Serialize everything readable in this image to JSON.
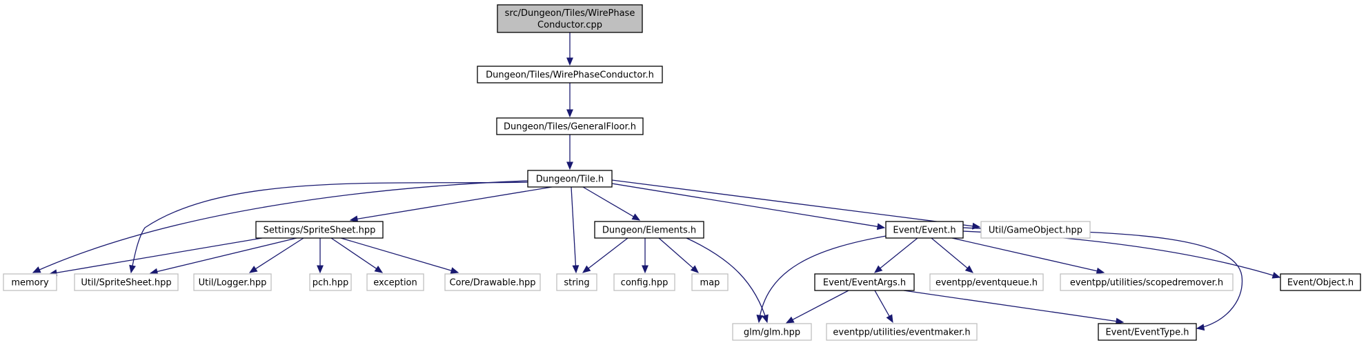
{
  "diagram": {
    "type": "include-dependency-graph",
    "colors": {
      "edge": "#191970",
      "root_fill": "#bfbfbf",
      "documented_border": "#000000",
      "external_border": "#bfbfbf",
      "external_text": "#404040"
    },
    "nodes": [
      {
        "id": "root",
        "lines": [
          "src/Dungeon/Tiles/WirePhase",
          "Conductor.cpp"
        ],
        "kind": "root"
      },
      {
        "id": "wpc_h",
        "lines": [
          "Dungeon/Tiles/WirePhaseConductor.h"
        ],
        "kind": "documented"
      },
      {
        "id": "generalfloor",
        "lines": [
          "Dungeon/Tiles/GeneralFloor.h"
        ],
        "kind": "documented"
      },
      {
        "id": "tile",
        "lines": [
          "Dungeon/Tile.h"
        ],
        "kind": "documented"
      },
      {
        "id": "spritesheet_settings",
        "lines": [
          "Settings/SpriteSheet.hpp"
        ],
        "kind": "documented"
      },
      {
        "id": "elements",
        "lines": [
          "Dungeon/Elements.h"
        ],
        "kind": "documented"
      },
      {
        "id": "event",
        "lines": [
          "Event/Event.h"
        ],
        "kind": "documented"
      },
      {
        "id": "gameobject",
        "lines": [
          "Util/GameObject.hpp"
        ],
        "kind": "external"
      },
      {
        "id": "memory",
        "lines": [
          "memory"
        ],
        "kind": "external"
      },
      {
        "id": "util_spritesheet",
        "lines": [
          "Util/SpriteSheet.hpp"
        ],
        "kind": "external"
      },
      {
        "id": "logger",
        "lines": [
          "Util/Logger.hpp"
        ],
        "kind": "external"
      },
      {
        "id": "pch",
        "lines": [
          "pch.hpp"
        ],
        "kind": "external"
      },
      {
        "id": "exception",
        "lines": [
          "exception"
        ],
        "kind": "external"
      },
      {
        "id": "drawable",
        "lines": [
          "Core/Drawable.hpp"
        ],
        "kind": "external"
      },
      {
        "id": "string",
        "lines": [
          "string"
        ],
        "kind": "external"
      },
      {
        "id": "config",
        "lines": [
          "config.hpp"
        ],
        "kind": "external"
      },
      {
        "id": "map",
        "lines": [
          "map"
        ],
        "kind": "external"
      },
      {
        "id": "eventargs",
        "lines": [
          "Event/EventArgs.h"
        ],
        "kind": "documented"
      },
      {
        "id": "eventqueue",
        "lines": [
          "eventpp/eventqueue.h"
        ],
        "kind": "external"
      },
      {
        "id": "scopedremover",
        "lines": [
          "eventpp/utilities/scopedremover.h"
        ],
        "kind": "external"
      },
      {
        "id": "object",
        "lines": [
          "Event/Object.h"
        ],
        "kind": "documented"
      },
      {
        "id": "glm",
        "lines": [
          "glm/glm.hpp"
        ],
        "kind": "external"
      },
      {
        "id": "eventmaker",
        "lines": [
          "eventpp/utilities/eventmaker.h"
        ],
        "kind": "external"
      },
      {
        "id": "eventtype",
        "lines": [
          "Event/EventType.h"
        ],
        "kind": "documented"
      }
    ],
    "edges": [
      [
        "root",
        "wpc_h"
      ],
      [
        "wpc_h",
        "generalfloor"
      ],
      [
        "generalfloor",
        "tile"
      ],
      [
        "tile",
        "memory"
      ],
      [
        "tile",
        "util_spritesheet"
      ],
      [
        "tile",
        "spritesheet_settings"
      ],
      [
        "tile",
        "string"
      ],
      [
        "tile",
        "elements"
      ],
      [
        "tile",
        "event"
      ],
      [
        "tile",
        "gameobject"
      ],
      [
        "spritesheet_settings",
        "memory"
      ],
      [
        "spritesheet_settings",
        "util_spritesheet"
      ],
      [
        "spritesheet_settings",
        "logger"
      ],
      [
        "spritesheet_settings",
        "pch"
      ],
      [
        "spritesheet_settings",
        "exception"
      ],
      [
        "spritesheet_settings",
        "drawable"
      ],
      [
        "elements",
        "string"
      ],
      [
        "elements",
        "config"
      ],
      [
        "elements",
        "map"
      ],
      [
        "elements",
        "glm"
      ],
      [
        "event",
        "glm"
      ],
      [
        "event",
        "eventargs"
      ],
      [
        "event",
        "eventqueue"
      ],
      [
        "event",
        "scopedremover"
      ],
      [
        "event",
        "object"
      ],
      [
        "event",
        "eventtype"
      ],
      [
        "eventargs",
        "glm"
      ],
      [
        "eventargs",
        "eventmaker"
      ],
      [
        "eventargs",
        "eventtype"
      ]
    ]
  }
}
